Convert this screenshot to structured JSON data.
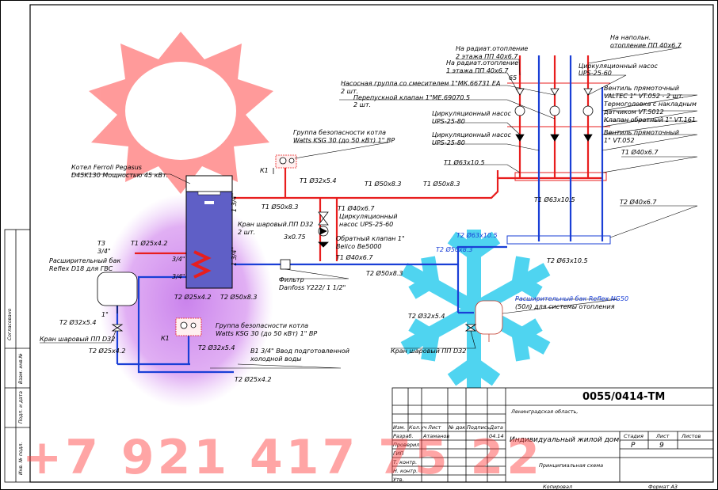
{
  "document": {
    "code": "0055/0414-ТМ",
    "region": "Ленинградская область,",
    "object": "Индивидуальный жилой дом.",
    "sheet_title": "Принципиальная схема",
    "stage_header": "Стадия",
    "sheet_header": "Лист",
    "sheets_header": "Листов",
    "stage": "Р",
    "sheet": "9",
    "copied": "Копировал",
    "format": "Формат А3",
    "date": "04.14",
    "developer_name": "Атаманов",
    "table_headers": [
      "Изм.",
      "Кол.уч",
      "Лист",
      "№ док.",
      "Подпись",
      "Дата"
    ],
    "roles": [
      "Разраб.",
      "Проверил",
      "ГИП",
      "Т. контр.",
      "Н. контр.",
      "Утв."
    ],
    "side_stamps": [
      "Согласовано",
      "Взам. инв.№",
      "Подп. и дата",
      "Инв. № подл."
    ]
  },
  "labels": {
    "boiler": [
      "Котел Ferroli Pegasus",
      "D45K130 Мощностью 45 кВт."
    ],
    "safety_group_top": [
      "Группа безопасности котла",
      "Watts KSG 30 (до 50 кВт) 1\" ВР"
    ],
    "safety_group_bottom": [
      "Группа безопасности котла",
      "Watts KSG 30 (до 50 кВт) 1\" ВР"
    ],
    "k1_top": "К1",
    "k1_bottom": "К1",
    "heating_floor2": [
      "На радиат.отопление",
      "2 этажа ПП 40x6.7"
    ],
    "heating_floor1": [
      "На радиат.отопление",
      "1 этажа ПП 40x6.7"
    ],
    "floor_heating": [
      "На напольн.",
      "отопление ПП 40x6.7"
    ],
    "pump_group": [
      "Насосная группа со смесителем 1\"МК.66731 ЕА",
      "2 шт."
    ],
    "bypass_valve": [
      "Перепускной клапан 1\"МЕ.69070.5",
      "2 шт."
    ],
    "circ_pump_top": [
      "Циркуляционный насос",
      "UPS-25-60"
    ],
    "circ_pump_a": [
      "Циркуляционный насос",
      "UPS-25-80"
    ],
    "circ_pump_b": [
      "Циркуляционный насос",
      "UPS-25-80"
    ],
    "valve_straight_top": [
      "Вентиль прямоточный",
      "VALTEC 1\" VT.052 - 2 шт."
    ],
    "thermo_head": [
      "Термоголовка с накладным",
      "датчиком VT.5012"
    ],
    "check_valve_top": "Клапан обратный   1\" VT.161",
    "valve_straight_bottom": [
      "Вентиль прямоточный",
      "1\" VT.052"
    ],
    "circ_pump_mid": [
      "Циркуляционный",
      "насос UPS-25-60"
    ],
    "check_valve_mid": [
      "Обратный клапан 1\"",
      "Belico Be5000"
    ],
    "ball_valve_mid": [
      "Кран шаровый.ПП D32",
      "2 шт."
    ],
    "filter": [
      "Фильтр",
      "Danfoss Y222/ 1 1/2\""
    ],
    "exp_tank_dhw": [
      "Расширительный бак",
      "Reflex D18 для ГВС"
    ],
    "exp_tank_heat": [
      "Расширительный бак Reflex NG50",
      "(50л) для системы отопления"
    ],
    "ball_valve_left": "Кран шаровый ПП D32",
    "ball_valve_right": "Кран шаровый ПП D32",
    "cold_water": [
      "В1 3/4\" Ввод подготовленной",
      "холодной воды"
    ],
    "pipes": {
      "t1_63": "Т1 Ø63x10.5",
      "t1_50_a": "Т1 Ø50x8.3",
      "t1_50_b": "Т1 Ø50x8.3",
      "t1_50_c": "Т1 Ø50x8.3",
      "t1_32": "Т1 Ø32x5.4",
      "t1_40_a": "Т1 Ø40x6.7",
      "t1_40_b": "Т1 Ø40x6.7",
      "t1_40_c": "Т1 Ø40x6.7",
      "t1_63_b": "Т1 Ø63x10.5",
      "t2_40": "Т2 Ø40x6.7",
      "t2_63_a": "Т2 Ø63x10.5",
      "t2_63_b": "Т2 Ø63x10.5",
      "t2_50_a": "Т2 Ø50x8.3",
      "t2_50_b": "Т2 Ø50x8.3",
      "t2_50_c": "Т2 Ø50x8.3",
      "t2_32_a": "Т2 Ø32x5.4",
      "t2_32_b": "Т2 Ø32x5.4",
      "t2_32_c": "Т2 Ø32x5.4",
      "t2_25_a": "Т2 Ø25x4.2",
      "t2_25_b": "Т2 Ø25x4.2",
      "t2_25_c": "Т2 Ø25x4.2",
      "t1_25": "Т1 Ø25x4.2",
      "t3": "Т3",
      "t3_size": "3/4\"",
      "size_34_a": "3/4\"",
      "size_34_b": "3/4\"",
      "size_1": "1\"",
      "size_65": "65",
      "boiler_34_top": "1 3/4\"",
      "boiler_34_bot": "1 3/4\"",
      "reducer": "3x0.75"
    }
  },
  "watermark": {
    "phone": "+7 921 417 75 22"
  },
  "colors": {
    "supply": "#e81e1e",
    "return": "#1a3fd6",
    "boiler_fill": "#5f5fc6",
    "sun": "#ff8f8f",
    "snow": "#46d2f0",
    "purple_glow": "#c86eea",
    "line": "#000000"
  }
}
